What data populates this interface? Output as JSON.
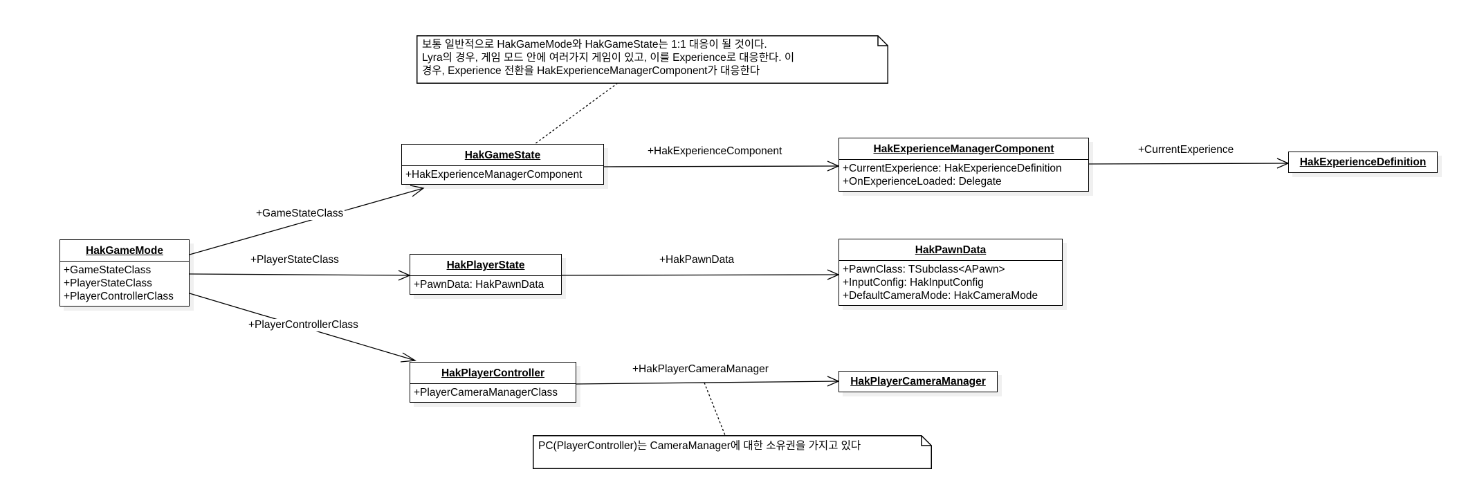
{
  "classes": {
    "game_mode": {
      "name": "HakGameMode",
      "attrs": [
        "+GameStateClass",
        "+PlayerStateClass",
        "+PlayerControllerClass"
      ]
    },
    "game_state": {
      "name": "HakGameState",
      "attrs": [
        "+HakExperienceManagerComponent"
      ]
    },
    "experience_manager": {
      "name": "HakExperienceManagerComponent",
      "attrs": [
        "+CurrentExperience: HakExperienceDefinition",
        "+OnExperienceLoaded: Delegate"
      ]
    },
    "experience_definition": {
      "name": "HakExperienceDefinition"
    },
    "player_state": {
      "name": "HakPlayerState",
      "attrs": [
        "+PawnData: HakPawnData"
      ]
    },
    "pawn_data": {
      "name": "HakPawnData",
      "attrs": [
        "+PawnClass: TSubclass<APawn>",
        "+InputConfig: HakInputConfig",
        "+DefaultCameraMode: HakCameraMode"
      ]
    },
    "player_controller": {
      "name": "HakPlayerController",
      "attrs": [
        "+PlayerCameraManagerClass"
      ]
    },
    "camera_manager": {
      "name": "HakPlayerCameraManager"
    }
  },
  "associations": {
    "game_state_class": "+GameStateClass",
    "player_state_class": "+PlayerStateClass",
    "player_controller_class": "+PlayerControllerClass",
    "experience_component": "+HakExperienceComponent",
    "current_experience": "+CurrentExperience",
    "pawn_data": "+HakPawnData",
    "camera_manager": "+HakPlayerCameraManager"
  },
  "notes": {
    "top": {
      "lines": [
        "보통 일반적으로 HakGameMode와 HakGameState는 1:1 대응이 될 것이다.",
        "Lyra의 경우, 게임 모드 안에 여러가지 게임이 있고, 이를 Experience로 대응한다. 이",
        "경우, Experience 전환을 HakExperienceManagerComponent가 대응한다"
      ]
    },
    "bottom": {
      "lines": [
        "PC(PlayerController)는 CameraManager에 대한 소유권을 가지고 있다"
      ]
    }
  }
}
